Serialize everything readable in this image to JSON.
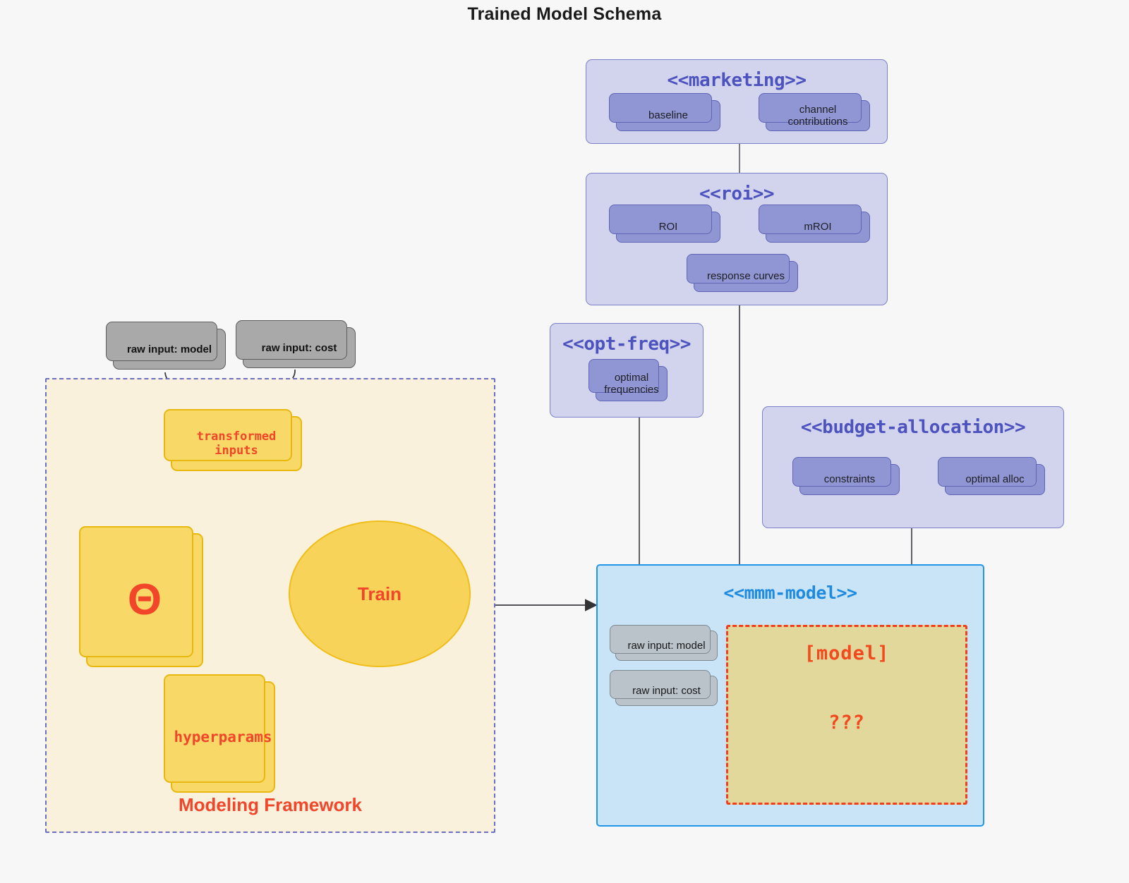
{
  "title": "Trained Model Schema",
  "colors": {
    "background": "#F7F7F7",
    "package_fill": "#D2D4EE",
    "package_stroke": "#7B80C8",
    "package_title": "#4C52BE",
    "node_fill": "#9096D4",
    "node_stroke": "#5E64B6",
    "mmm_fill": "#C9E3F7",
    "mmm_stroke": "#2196E8",
    "mmm_title": "#1E8BE0",
    "model_fill": "#E2D89C",
    "accent_red": "#F2462A",
    "framework_fill": "#FAF1DD",
    "framework_stroke": "#6A6FC4",
    "yellow_fill": "#F8D866",
    "yellow_stroke": "#E9B80F",
    "grey_fill": "#A9A9A9",
    "grey_stroke": "#5E5E5E"
  },
  "packages": {
    "marketing": {
      "title": "<<marketing>>",
      "nodes": [
        {
          "label": "baseline"
        },
        {
          "label": "channel contributions"
        }
      ],
      "relation": "bidirectional"
    },
    "roi": {
      "title": "<<roi>>",
      "nodes": [
        {
          "label": "ROI"
        },
        {
          "label": "mROI"
        },
        {
          "label": "response curves"
        }
      ],
      "relation": "bidirectional"
    },
    "opt_freq": {
      "title": "<<opt-freq>>",
      "nodes": [
        {
          "label": "optimal frequencies"
        }
      ]
    },
    "budget_allocation": {
      "title": "<<budget-allocation>>",
      "nodes": [
        {
          "label": "constraints"
        },
        {
          "label": "optimal alloc"
        }
      ],
      "relation": "bidirectional"
    },
    "mmm_model": {
      "title": "<<mmm-model>>",
      "inputs": [
        {
          "label": "raw input: model"
        },
        {
          "label": "raw input: cost"
        }
      ],
      "model_box": {
        "label": "[model]",
        "unknown": "???"
      }
    }
  },
  "framework": {
    "label": "Modeling Framework",
    "raw_inputs": [
      {
        "label": "raw input: model"
      },
      {
        "label": "raw input: cost"
      }
    ],
    "nodes": {
      "transformed_inputs": "transformed inputs",
      "theta": "Θ",
      "hyperparams": "hyperparams",
      "train": "Train"
    }
  }
}
